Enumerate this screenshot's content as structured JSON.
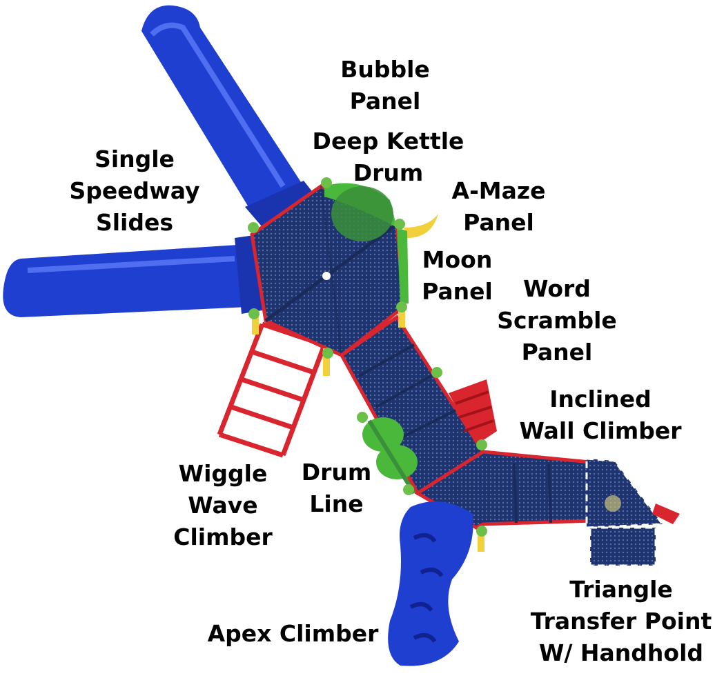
{
  "colors": {
    "slide_blue": "#1f3fd1",
    "deck_navy": "#1e3470",
    "frame_red": "#d9252e",
    "panel_green": "#49b83b",
    "post_yellow": "#f2d03b",
    "cap_green": "#6cc04a"
  },
  "labels": {
    "bubble_panel": [
      "Bubble",
      "Panel"
    ],
    "deep_kettle_drum": [
      "Deep Kettle",
      "Drum"
    ],
    "single_speedway_slides": [
      "Single",
      "Speedway",
      "Slides"
    ],
    "a_maze_panel": [
      "A-Maze",
      "Panel"
    ],
    "moon_panel": [
      "Moon",
      "Panel"
    ],
    "word_scramble_panel": [
      "Word",
      "Scramble",
      "Panel"
    ],
    "inclined_wall_climber": [
      "Inclined",
      "Wall Climber"
    ],
    "wiggle_wave_climber": [
      "Wiggle",
      "Wave",
      "Climber"
    ],
    "drum_line": [
      "Drum",
      "Line"
    ],
    "triangle_transfer_point": [
      "Triangle",
      "Transfer Point",
      "W/ Handhold"
    ],
    "apex_climber": [
      "Apex Climber"
    ]
  }
}
